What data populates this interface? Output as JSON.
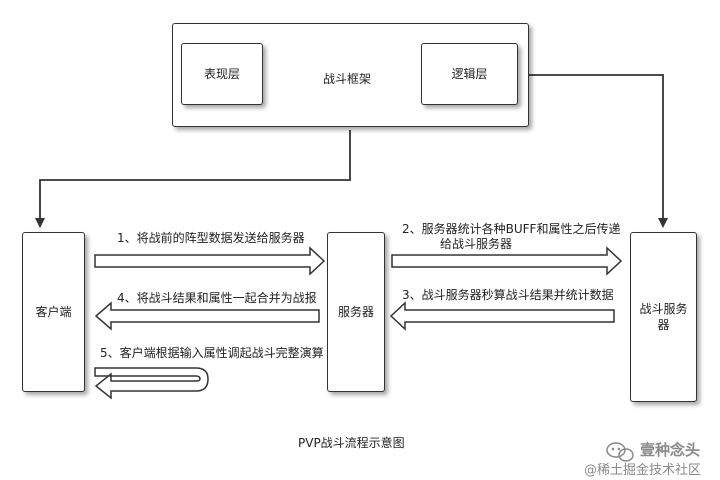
{
  "framework": {
    "title": "战斗框架",
    "presentation_layer": "表现层",
    "logic_layer": "逻辑层"
  },
  "nodes": {
    "client": "客户端",
    "server": "服务器",
    "battle_server_line1": "战斗服务",
    "battle_server_line2": "器"
  },
  "steps": {
    "step1": "1、将战前的阵型数据发送给服务器",
    "step2_line1": "2、服务器统计各种BUFF和属性之后传递",
    "step2_line2": "给战斗服务器",
    "step3": "3、战斗服务器秒算战斗结果并统计数据",
    "step4": "4、将战斗结果和属性一起合并为战报",
    "step5": "5、客户端根据输入属性调起战斗完整演算"
  },
  "caption": "PVP战斗流程示意图",
  "watermark": {
    "brand": "壹种念头",
    "site": "@稀土掘金技术社区"
  }
}
